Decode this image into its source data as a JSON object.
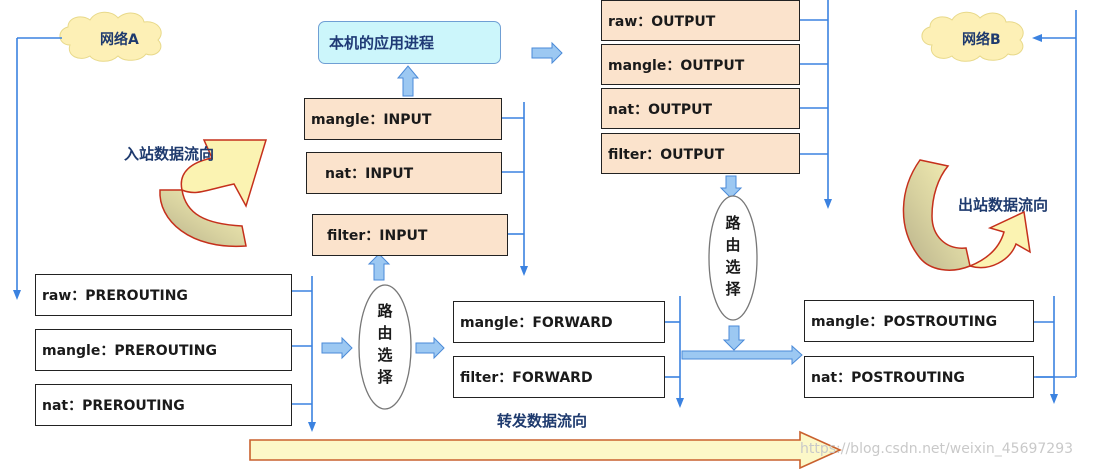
{
  "networks": {
    "a": "网络A",
    "b": "网络B"
  },
  "app_process": "本机的应用进程",
  "input_chains": [
    "mangle：INPUT",
    "nat：INPUT",
    "filter：INPUT"
  ],
  "output_chains": [
    "raw：OUTPUT",
    "mangle：OUTPUT",
    "nat：OUTPUT",
    "filter：OUTPUT"
  ],
  "prerouting_chains": [
    "raw：PREROUTING",
    "mangle：PREROUTING",
    "nat：PREROUTING"
  ],
  "forward_chains": [
    "mangle：FORWARD",
    "filter：FORWARD"
  ],
  "postrouting_chains": [
    "mangle：POSTROUTING",
    "nat：POSTROUTING"
  ],
  "routing_decision_1": [
    "路",
    "由",
    "选",
    "择"
  ],
  "routing_decision_2": [
    "路",
    "由",
    "选",
    "择"
  ],
  "flows": {
    "inbound": "入站数据流向",
    "outbound": "出站数据流向",
    "forward": "转发数据流向"
  },
  "watermark": "https://blog.csdn.net/weixin_45697293",
  "colors": {
    "line_blue": "#3b82e0",
    "arrow_fill": "#9cc8f2",
    "peach": "#fbe3cc",
    "app_fill": "#ccf6fb",
    "cloud_fill": "#fdf0b6",
    "curved_arrow_fill": "#fbf3b2",
    "curved_arrow_shadow": "#b9b28a",
    "big_arrow_fill": "#fcf8c8",
    "big_arrow_stroke": "#c9602e"
  }
}
